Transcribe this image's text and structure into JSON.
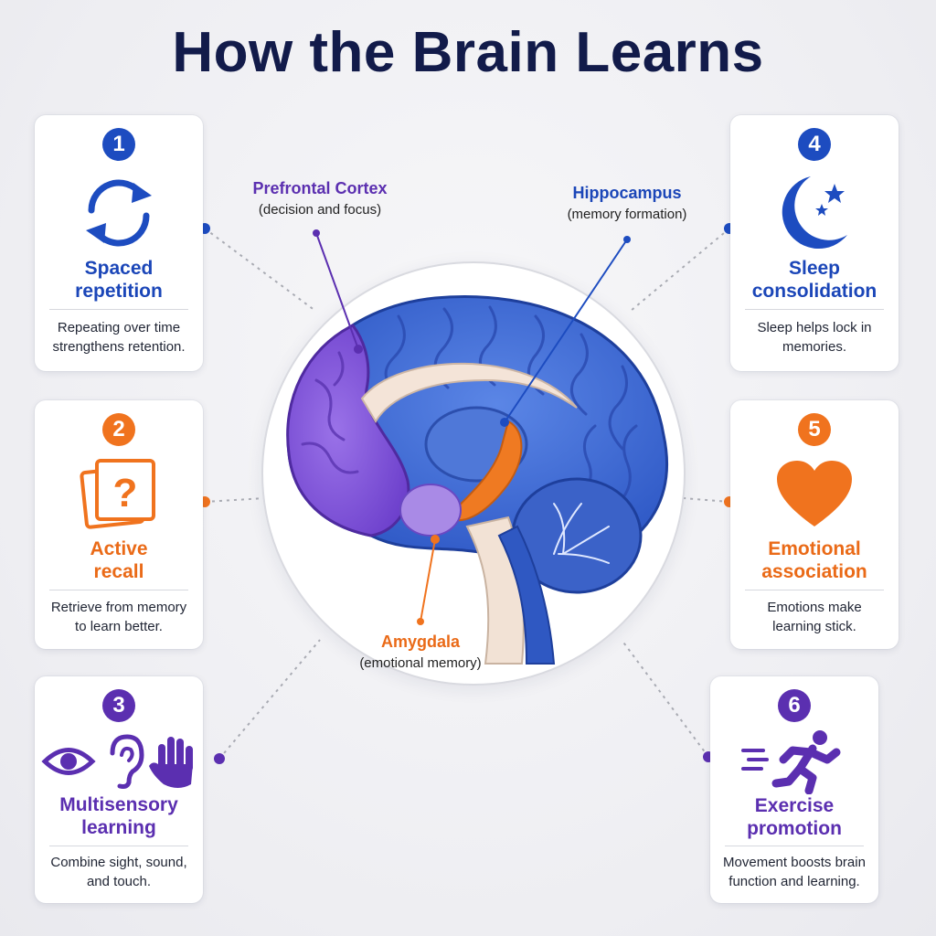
{
  "title": "How the Brain Learns",
  "regions": {
    "prefrontal": {
      "name": "Prefrontal Cortex",
      "sub": "(decision and focus)"
    },
    "hippocampus": {
      "name": "Hippocampus",
      "sub": "(memory formation)"
    },
    "amygdala": {
      "name": "Amygdala",
      "sub": "(emotional memory)"
    }
  },
  "cards": [
    {
      "number": "1",
      "title1": "Spaced",
      "title2": "repetition",
      "desc1": "Repeating over time",
      "desc2": "strengthens retention.",
      "icon": "cycle-arrows-icon",
      "color": "#1d4cc0"
    },
    {
      "number": "2",
      "title1": "Active",
      "title2": "recall",
      "desc1": "Retrieve from memory",
      "desc2": "to learn better.",
      "icon": "question-cards-icon",
      "color": "#f0731e"
    },
    {
      "number": "3",
      "title1": "Multisensory",
      "title2": "learning",
      "desc1": "Combine sight, sound,",
      "desc2": "and touch.",
      "icon": "senses-icon",
      "color": "#5b2fb0"
    },
    {
      "number": "4",
      "title1": "Sleep",
      "title2": "consolidation",
      "desc1": "Sleep helps lock in",
      "desc2": "memories.",
      "icon": "moon-stars-icon",
      "color": "#1d4cc0"
    },
    {
      "number": "5",
      "title1": "Emotional",
      "title2": "association",
      "desc1": "Emotions make",
      "desc2": "learning stick.",
      "icon": "heart-icon",
      "color": "#f0731e"
    },
    {
      "number": "6",
      "title1": "Exercise",
      "title2": "promotion",
      "desc1": "Movement boosts brain",
      "desc2": "function and learning.",
      "icon": "running-person-icon",
      "color": "#5b2fb0"
    }
  ]
}
